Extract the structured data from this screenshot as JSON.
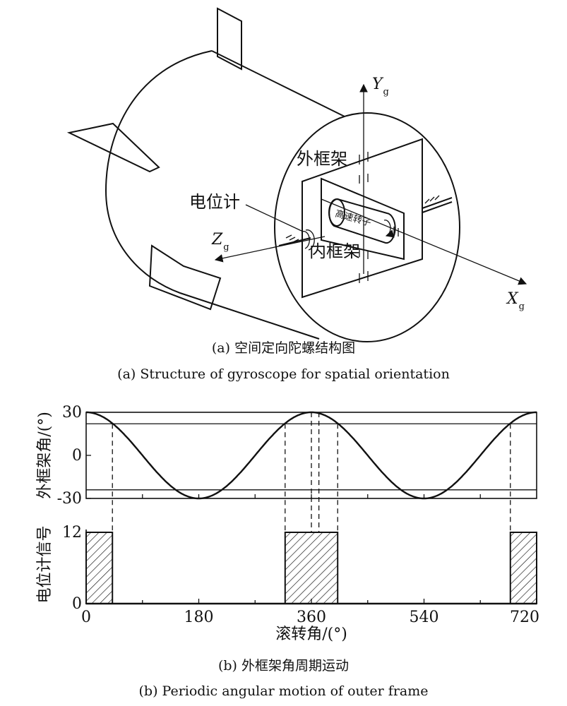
{
  "diagram_a": {
    "labels": {
      "outer_frame": "外框架",
      "inner_frame": "内框架",
      "potentiometer": "电位计",
      "rotor": "高速转子",
      "y_axis": "Y",
      "y_sub": "g",
      "z_axis": "Z",
      "z_sub": "g",
      "x_axis": "X",
      "x_sub": "g"
    },
    "caption_cn": "(a) 空间定向陀螺结构图",
    "caption_en": "(a) Structure of gyroscope for spatial orientation"
  },
  "diagram_b": {
    "caption_cn": "(b) 外框架角周期运动",
    "caption_en": "(b) Periodic angular motion of outer frame"
  },
  "chart_data": [
    {
      "type": "line",
      "ylabel": "外框架角/(°)",
      "xlabel": "",
      "xlim": [
        0,
        720
      ],
      "ylim": [
        -30,
        30
      ],
      "yticks": [
        "30",
        "0",
        "-30"
      ],
      "series": [
        {
          "function": "30*cos(x) with x in degrees",
          "x": [
            0,
            45,
            90,
            135,
            180,
            225,
            270,
            315,
            360,
            405,
            450,
            495,
            540,
            585,
            630,
            675,
            720
          ],
          "y": [
            30,
            21.2,
            0,
            -21.2,
            -30,
            -21.2,
            0,
            21.2,
            30,
            21.2,
            0,
            -21.2,
            -30,
            -21.2,
            0,
            21.2,
            30
          ]
        }
      ],
      "threshold_lines": [
        22,
        -24
      ],
      "grid": false
    },
    {
      "type": "area",
      "ylabel": "电位计信号",
      "xlabel": "滚转角/(°)",
      "xlim": [
        0,
        720
      ],
      "ylim": [
        0,
        12
      ],
      "xticks": [
        "0",
        "180",
        "360",
        "540",
        "720"
      ],
      "yticks": [
        "12",
        "0"
      ],
      "pulses": [
        {
          "start": 0,
          "end": 42,
          "level": 12
        },
        {
          "start": 318,
          "end": 402,
          "level": 12
        },
        {
          "start": 678,
          "end": 720,
          "level": 12
        }
      ],
      "grid": false
    }
  ]
}
